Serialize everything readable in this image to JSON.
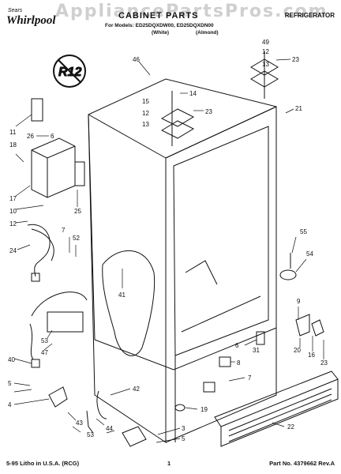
{
  "header": {
    "watermark": "AppliancePartsPros.com",
    "logo_small": "Sears",
    "logo": "Whirlpool",
    "title": "CABINET PARTS",
    "subtitle": "For Models: ED25DQXDW00, ED25DQXDN00",
    "color_white": "(White)",
    "color_sep": "",
    "color_almond": "(Almond)",
    "product": "REFRIGERATOR"
  },
  "badge": "R12",
  "callouts": [
    "46",
    "49",
    "12",
    "13",
    "23",
    "14",
    "15",
    "12",
    "13",
    "23",
    "21",
    "11",
    "26",
    "6",
    "18",
    "17",
    "10",
    "25",
    "12",
    "7",
    "52",
    "24",
    "55",
    "54",
    "41",
    "9",
    "53",
    "47",
    "6",
    "31",
    "8",
    "20",
    "16",
    "23",
    "40",
    "5",
    "7",
    "4",
    "42",
    "19",
    "22",
    "3",
    "5",
    "43",
    "44",
    "53"
  ],
  "footer": {
    "left": "5-95 Litho in U.S.A. (RCG)",
    "center": "1",
    "right": "Part No. 4379662 Rev.A"
  },
  "colors": {
    "ink": "#111111",
    "watermark": "#cfcfcf",
    "paper": "#ffffff"
  }
}
